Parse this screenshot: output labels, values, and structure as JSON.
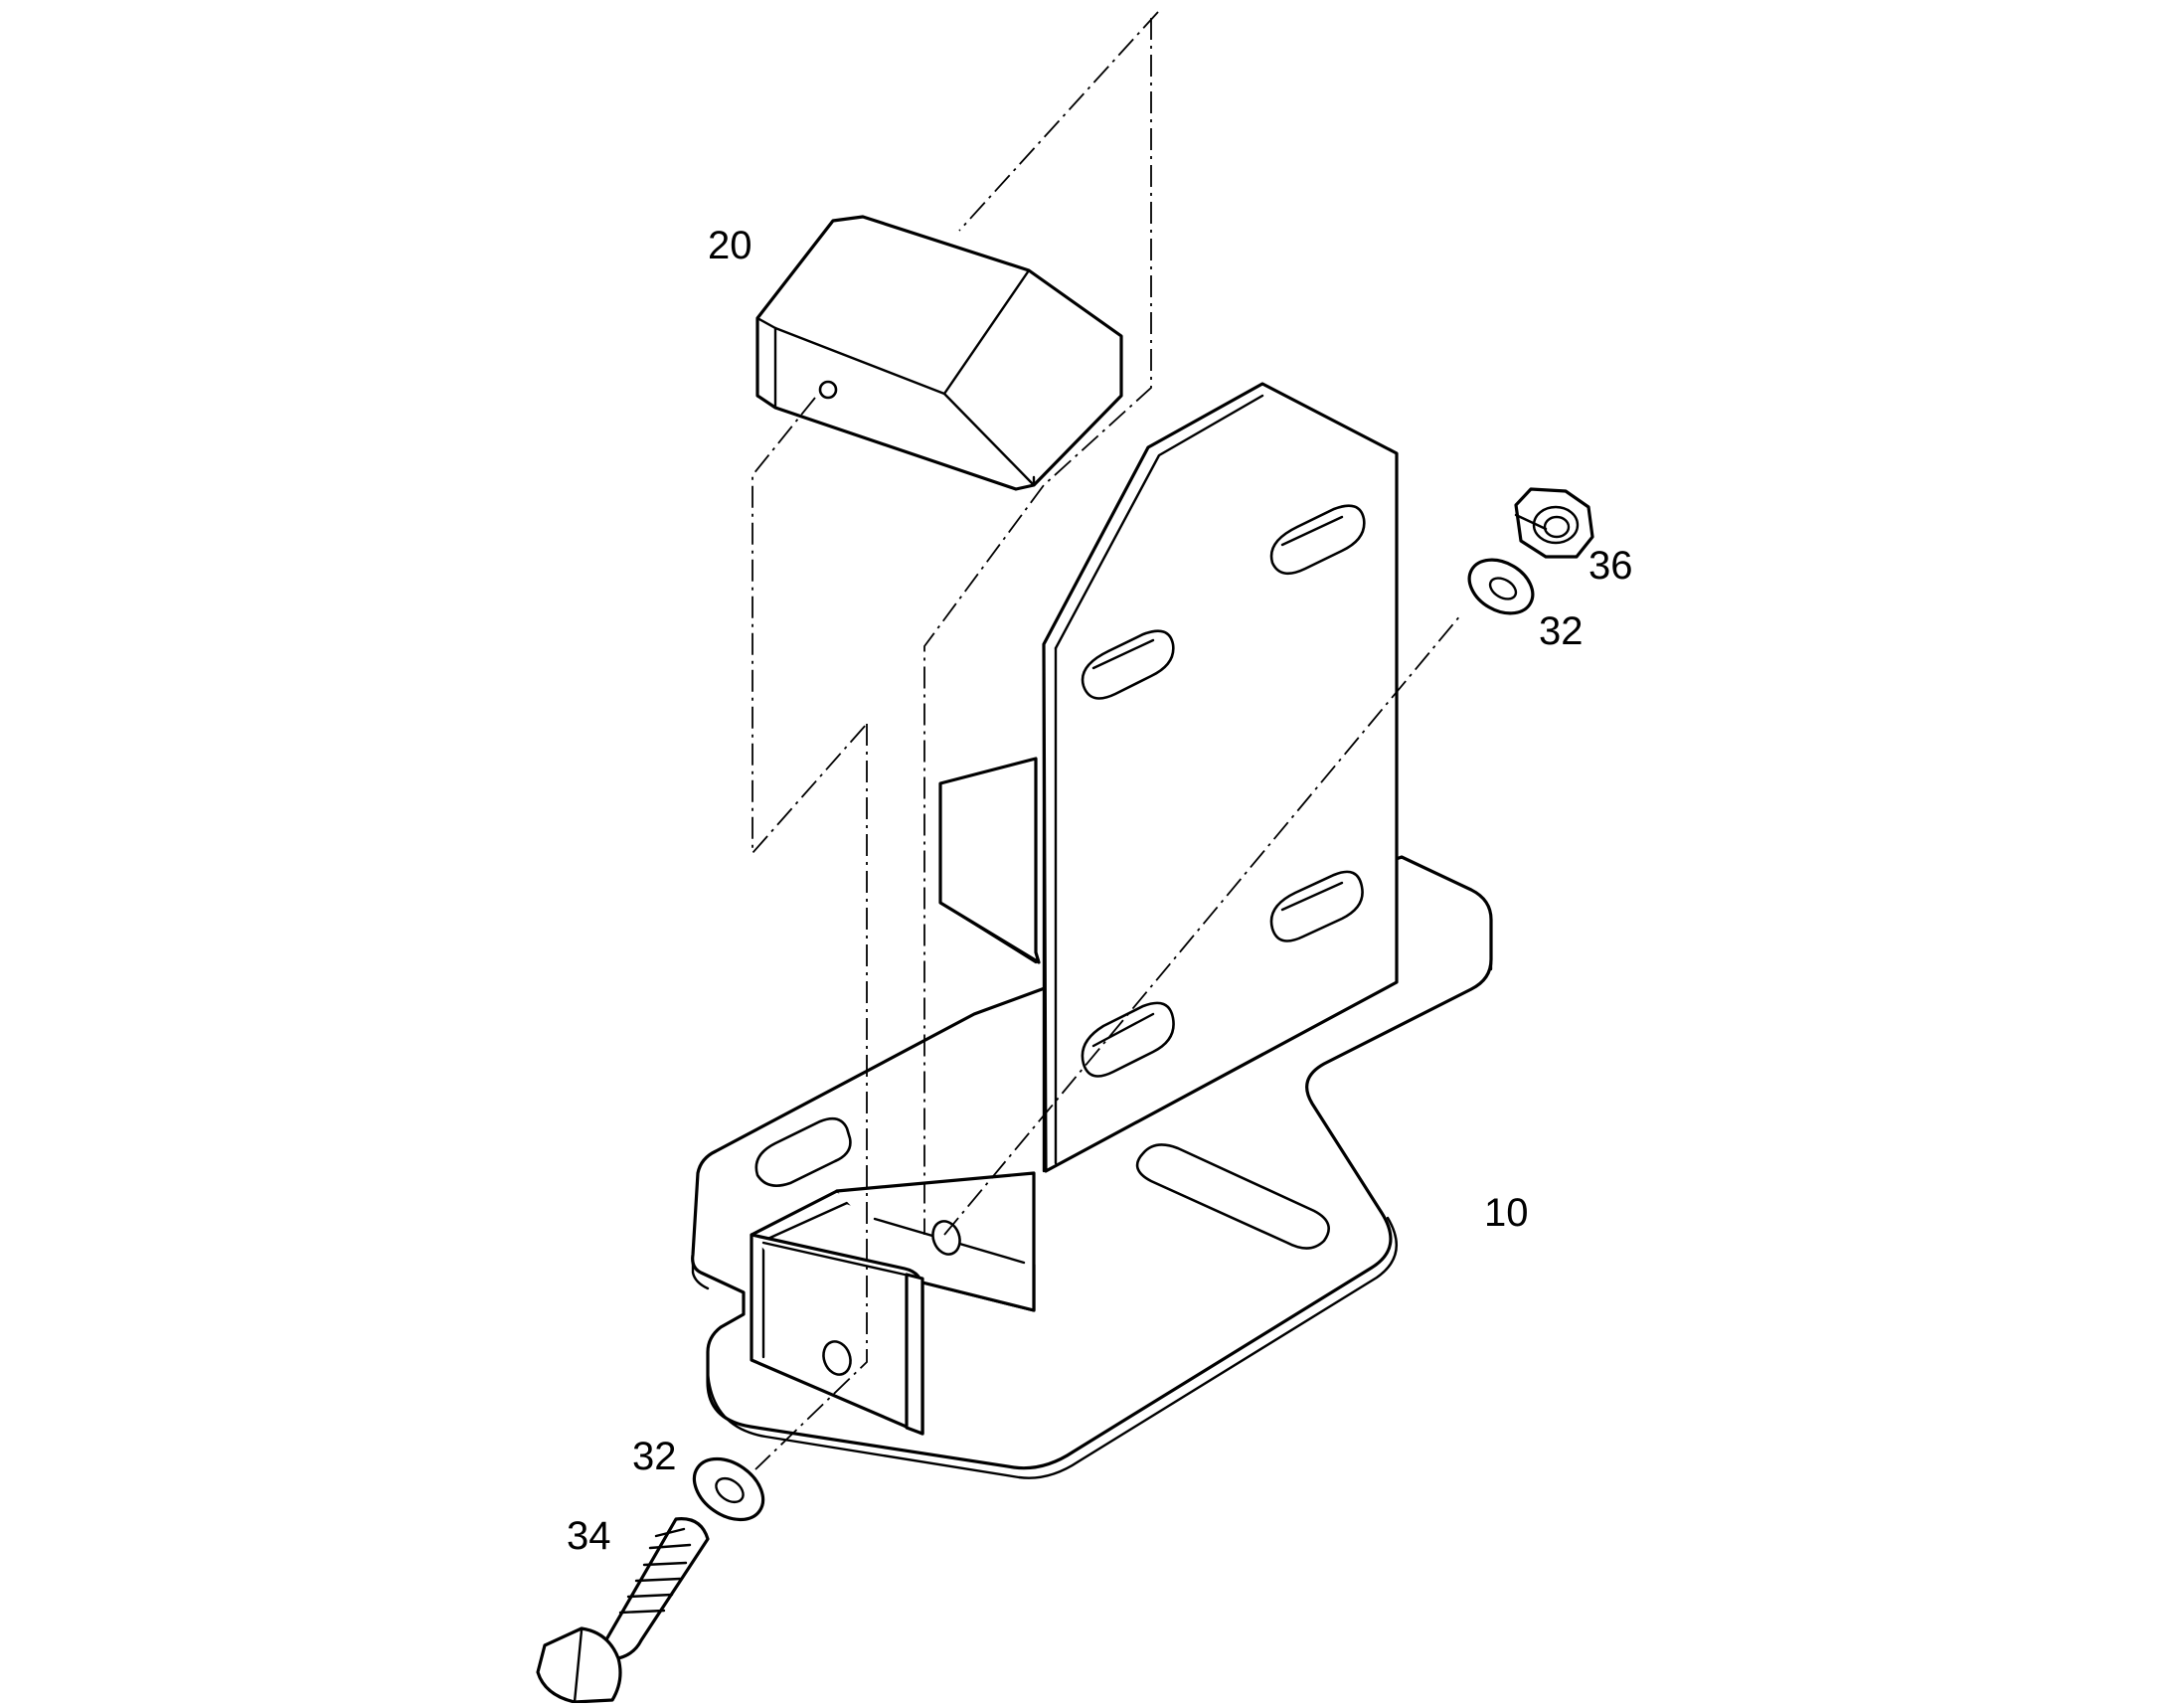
{
  "diagram": {
    "type": "exploded-parts-drawing",
    "callouts": {
      "base_bracket": "10",
      "bumper_block": "20",
      "washer_upper": "32",
      "washer_lower": "32",
      "bolt": "34",
      "nut": "36"
    }
  }
}
